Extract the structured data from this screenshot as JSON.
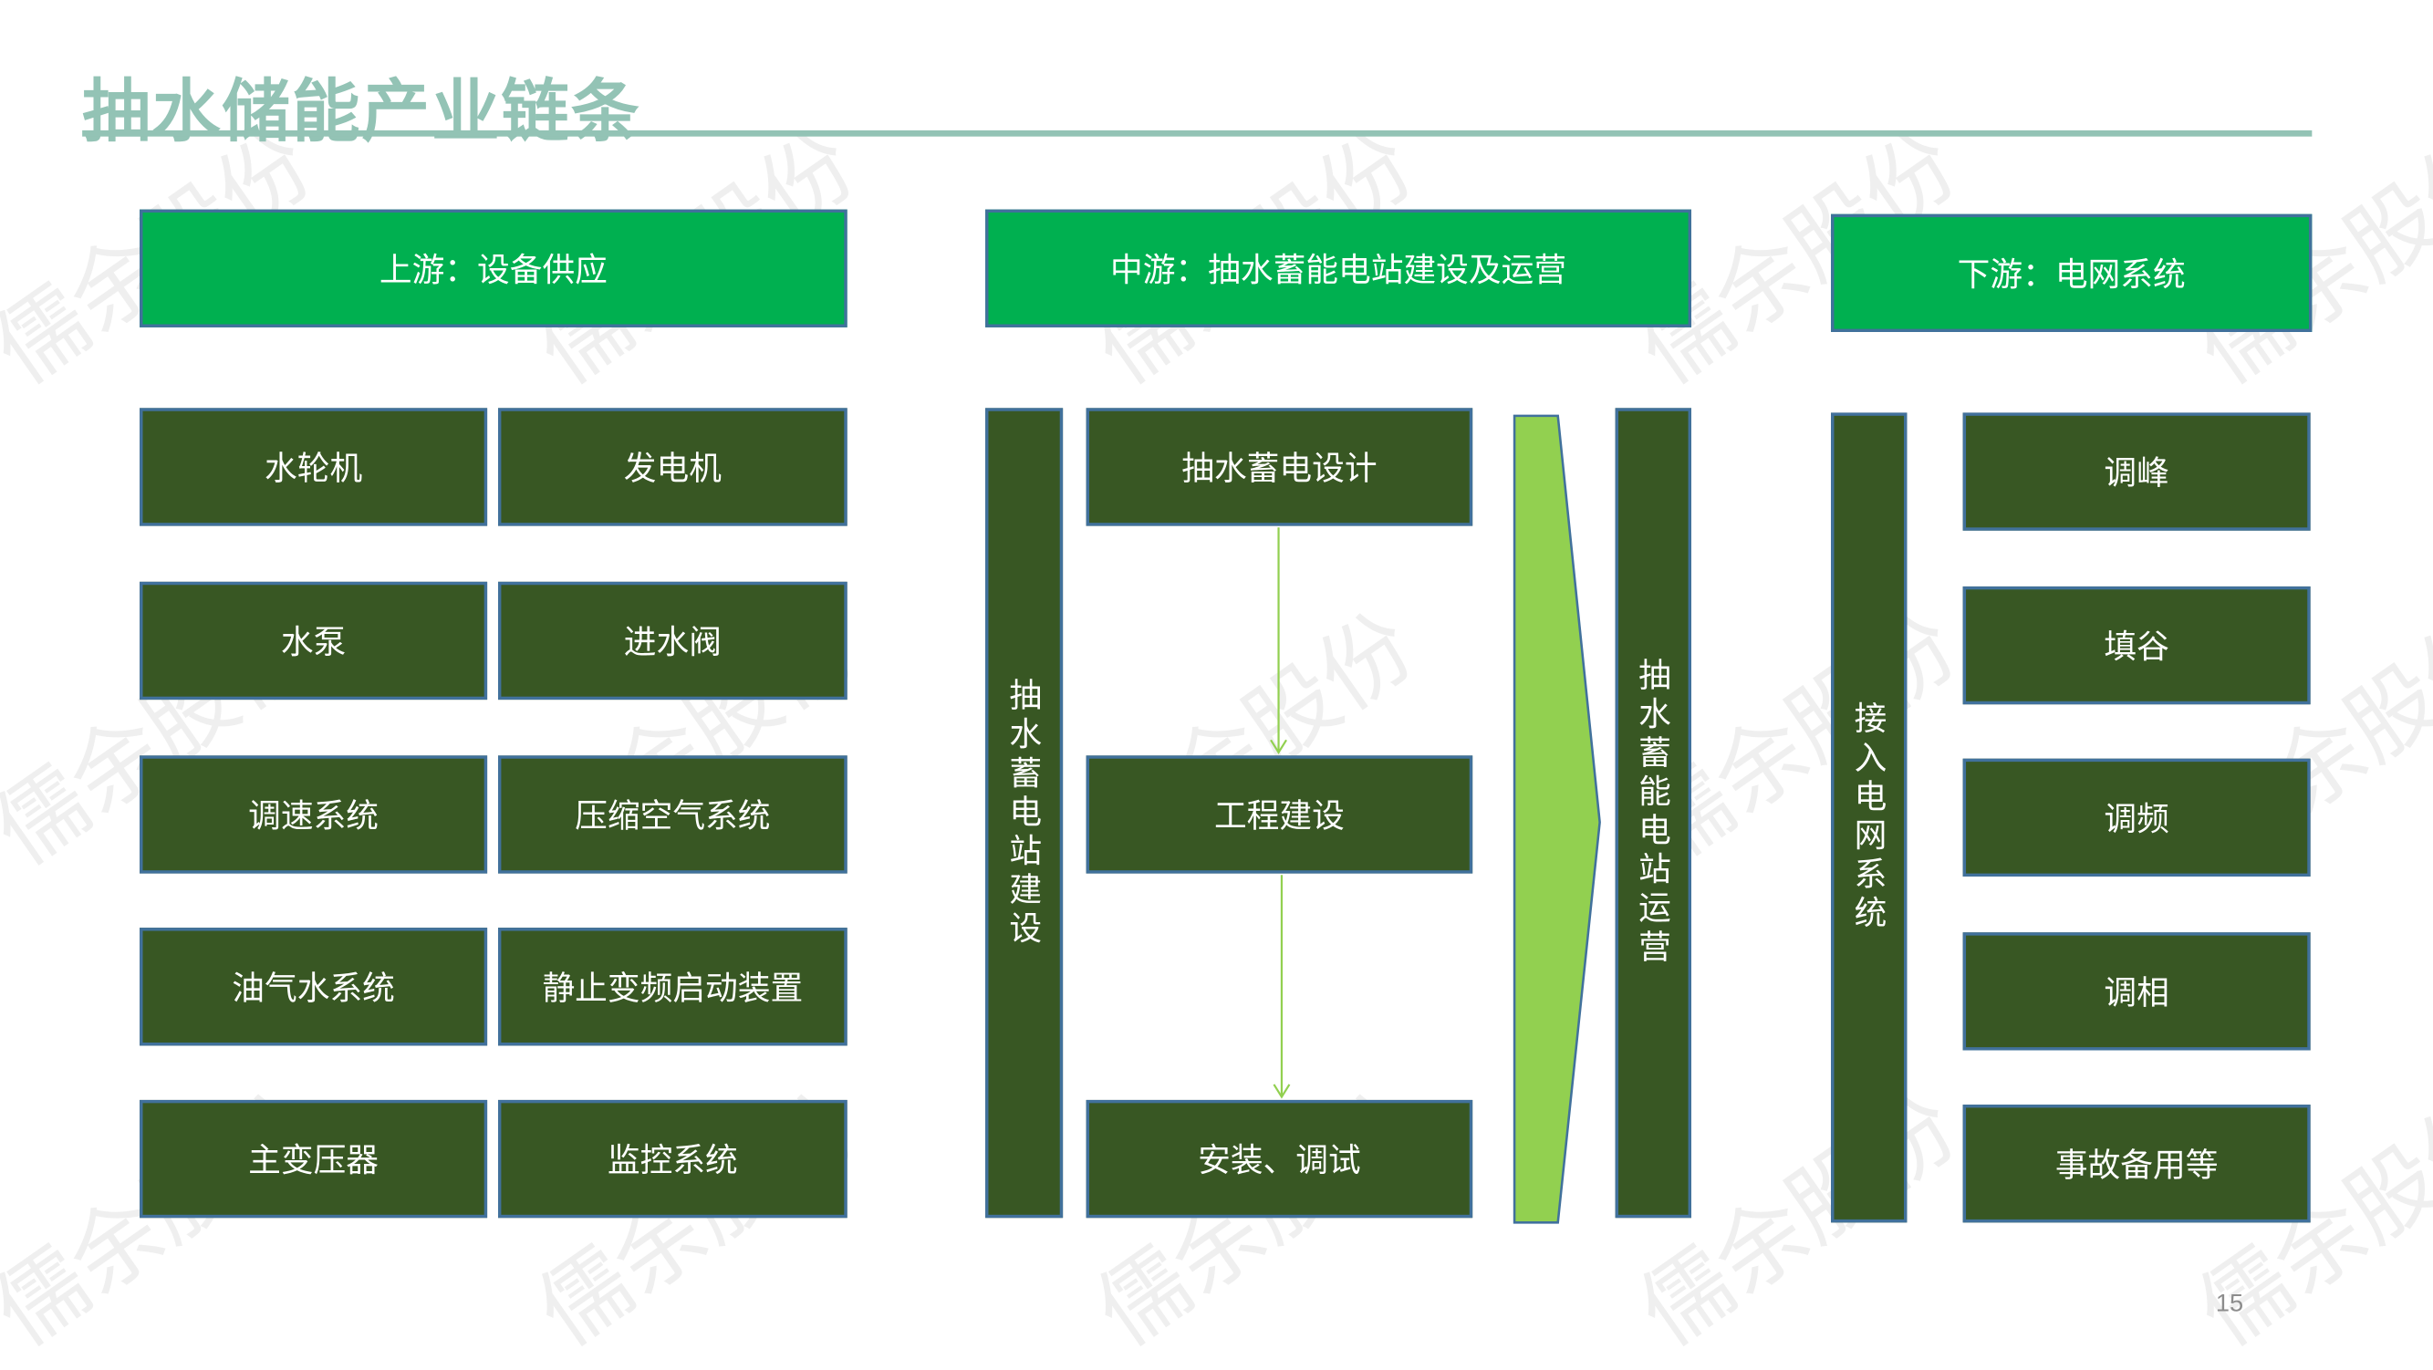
{
  "title": "抽水储能产业链条",
  "headers": {
    "upstream": "上游：设备供应",
    "midstream": "中游：抽水蓄能电站建设及运营",
    "downstream": "下游：电网系统"
  },
  "upstream_items": [
    "水轮机",
    "发电机",
    "水泵",
    "进水阀",
    "调速系统",
    "压缩空气系统",
    "油气水系统",
    "静止变频启动装置",
    "主变压器",
    "监控系统"
  ],
  "midstream": {
    "construction_bar": "抽水蓄电站建设",
    "steps": [
      "抽水蓄电设计",
      "工程建设",
      "安装、调试"
    ],
    "operation_bar": "抽水蓄能电站运营"
  },
  "downstream": {
    "grid_bar": "接入电网系统",
    "items": [
      "调峰",
      "填谷",
      "调频",
      "调相",
      "事故备用等"
    ]
  },
  "page_number": "15",
  "watermark": "儒余股份",
  "colors": {
    "title": "#93c3b5",
    "header": "#00b050",
    "box": "#385723",
    "chevron": "#92d050",
    "border": "#41719c"
  }
}
